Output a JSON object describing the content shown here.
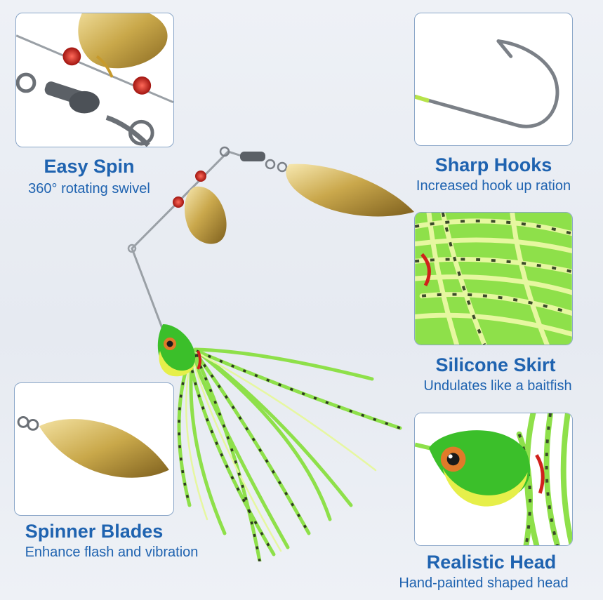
{
  "features": {
    "easy_spin": {
      "title": "Easy Spin",
      "subtitle": "360° rotating swivel"
    },
    "sharp_hooks": {
      "title": "Sharp Hooks",
      "subtitle": "Increased hook up ration"
    },
    "silicone_skirt": {
      "title": "Silicone Skirt",
      "subtitle": "Undulates like a baitfish"
    },
    "spinner_blades": {
      "title": "Spinner Blades",
      "subtitle": "Enhance flash and vibration"
    },
    "realistic_head": {
      "title": "Realistic Head",
      "subtitle": "Hand-painted shaped head"
    }
  },
  "colors": {
    "accent_text": "#1f63b0",
    "panel_border": "#8aa6c8",
    "gold_blade": "#c9a84a",
    "lime_skirt": "#8ee04a",
    "bead_red": "#d0211c"
  }
}
